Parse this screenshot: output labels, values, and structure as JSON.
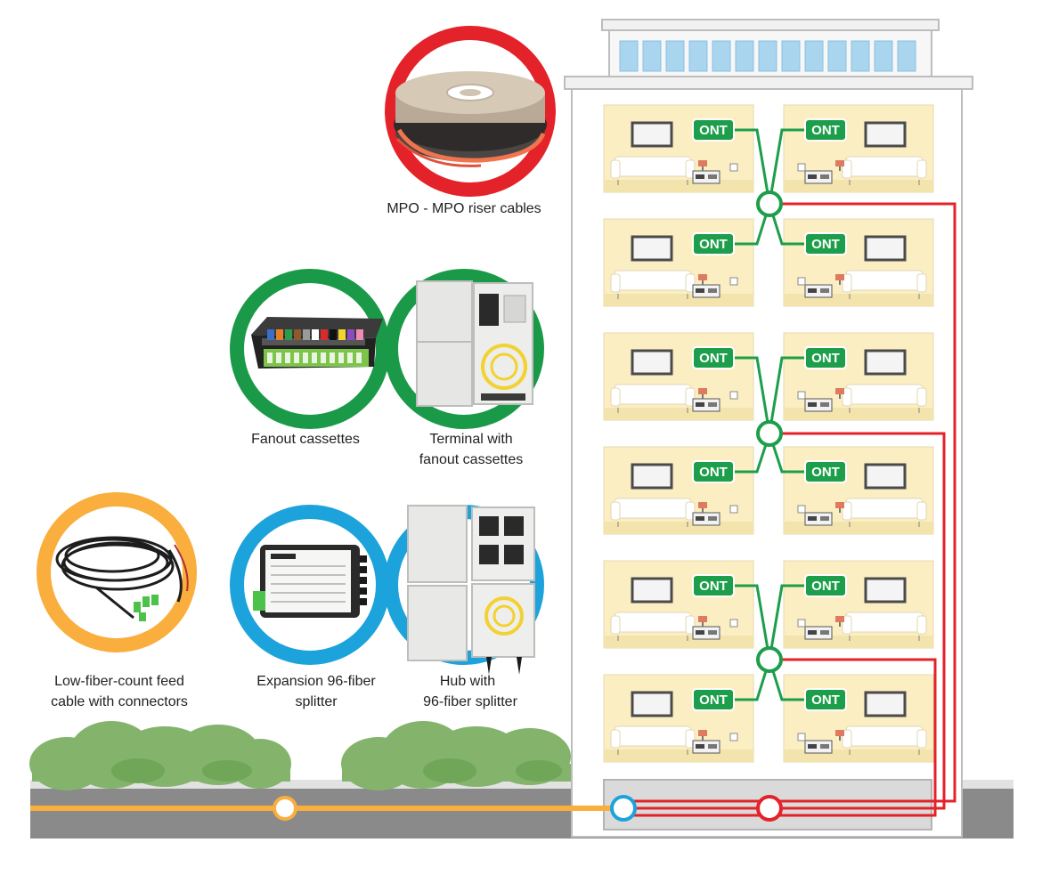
{
  "labels": {
    "mpo_riser": "MPO - MPO riser cables",
    "fanout_cassettes": "Fanout cassettes",
    "terminal_line1": "Terminal with",
    "terminal_line2": "fanout cassettes",
    "feed_line1": "Low-fiber-count feed",
    "feed_line2": "cable with connectors",
    "expansion_line1": "Expansion 96-fiber",
    "expansion_line2": "splitter",
    "hub_line1": "Hub with",
    "hub_line2": "96-fiber splitter"
  },
  "ont_label": "ONT",
  "colors": {
    "red_ring": "#e42229",
    "green_ring": "#1a9a48",
    "blue_ring": "#1ca3dc",
    "orange_ring": "#f9ae3d",
    "ont_green": "#1d9e4b",
    "fiber_red": "#e42229",
    "fiber_orange": "#f9ae3d",
    "apartment": "#fbeec3",
    "bush": "#84b46c",
    "road": "#8a8a8a"
  },
  "icons": [
    "cable-spool-icon",
    "fanout-cassette-icon",
    "terminal-enclosure-icon",
    "feed-cable-icon",
    "splitter-module-icon",
    "hub-enclosure-icon",
    "tv-icon",
    "sofa-icon",
    "tv-stand-icon",
    "lamp-icon"
  ]
}
